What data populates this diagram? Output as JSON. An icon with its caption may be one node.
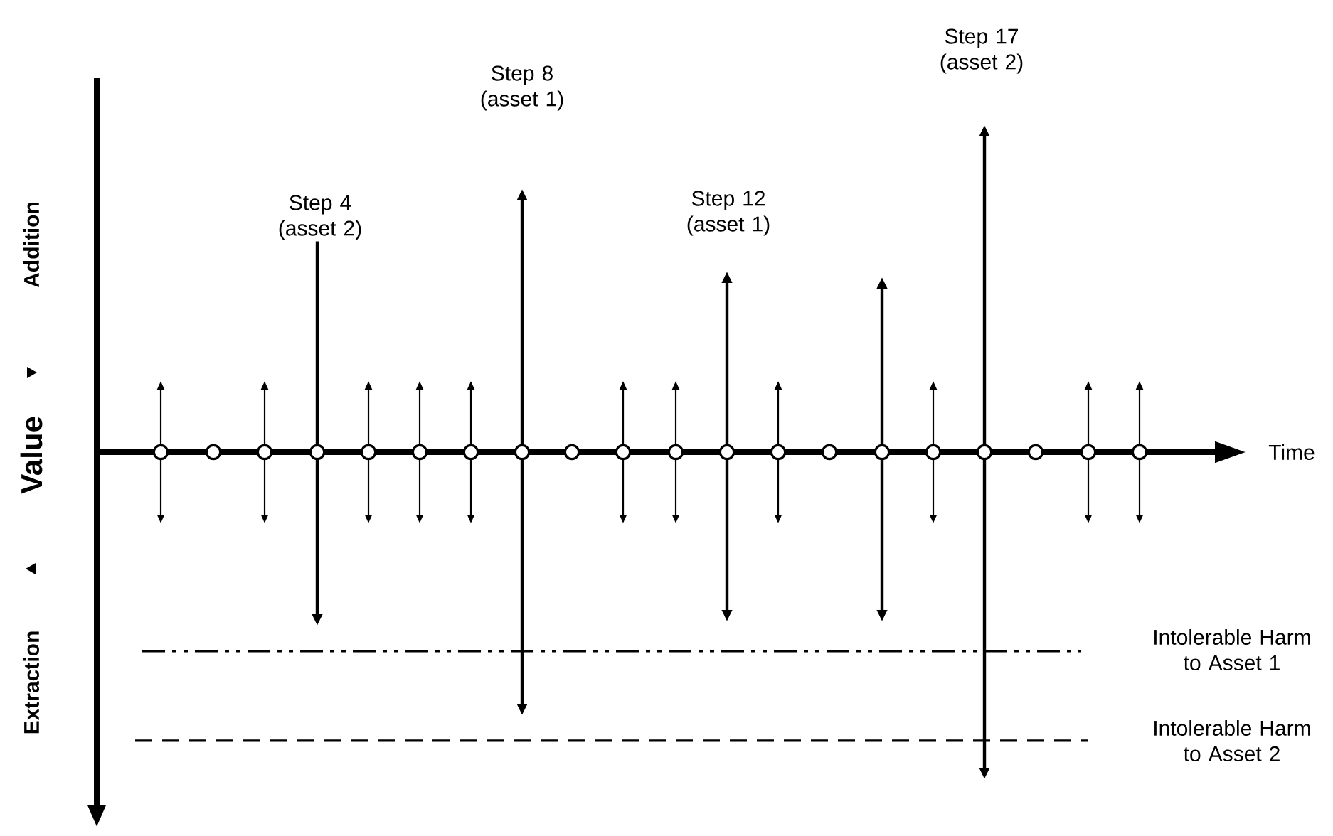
{
  "diagram": {
    "labels": [
      "Step 17 (asset 2)",
      "Step 8 (asset 1)",
      "Step 4 (asset 2)",
      "Step 12 (asset 1)",
      "Addition",
      "Value",
      "Time",
      "Extraction",
      "Intolerable Harm to Asset 1",
      "Intolerable Harm to Asset 2"
    ]
  }
}
